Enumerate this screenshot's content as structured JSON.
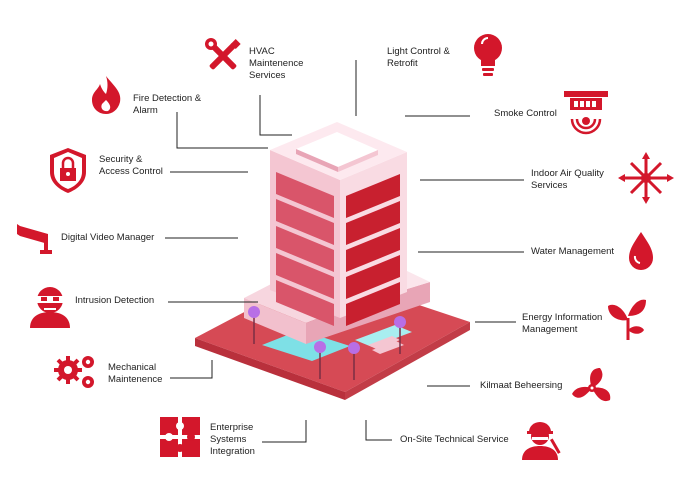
{
  "accent_color": "#d3172b",
  "building_colors": {
    "pink": "#f4c6d2",
    "pink_dark": "#e8a5b6",
    "window_red": "#c8202f",
    "platform": "#d64a55",
    "platform_dark": "#b9303c",
    "pool": "#7ee0e6",
    "lamp": "#b86ee6"
  },
  "services": [
    {
      "key": "hvac",
      "label": "HVAC\nMaintenence\nServices",
      "icon": "wrench-screwdriver-icon"
    },
    {
      "key": "light",
      "label": "Light Control &\nRetrofit",
      "icon": "lightbulb-icon"
    },
    {
      "key": "fire",
      "label": "Fire Detection &\nAlarm",
      "icon": "flame-icon"
    },
    {
      "key": "smoke",
      "label": "Smoke Control",
      "icon": "smoke-detector-icon"
    },
    {
      "key": "security",
      "label": "Security &\nAccess Control",
      "icon": "padlock-shield-icon"
    },
    {
      "key": "air",
      "label": "Indoor Air Quality\nServices",
      "icon": "air-arrows-icon"
    },
    {
      "key": "video",
      "label": "Digital Video Manager",
      "icon": "cctv-camera-icon"
    },
    {
      "key": "water",
      "label": "Water Management",
      "icon": "water-drop-icon"
    },
    {
      "key": "intrusion",
      "label": "Intrusion Detection",
      "icon": "masked-intruder-icon"
    },
    {
      "key": "energy",
      "label": "Energy Information\nManagement",
      "icon": "plant-sprout-icon"
    },
    {
      "key": "mechanical",
      "label": "Mechanical\nMaintenence",
      "icon": "gears-icon"
    },
    {
      "key": "klimaat",
      "label": "Kilmaat Beheersing",
      "icon": "fan-icon"
    },
    {
      "key": "enterprise",
      "label": "Enterprise\nSystems\nIntegration",
      "icon": "puzzle-icon"
    },
    {
      "key": "onsite",
      "label": "On-Site Technical Service",
      "icon": "technician-icon"
    }
  ]
}
